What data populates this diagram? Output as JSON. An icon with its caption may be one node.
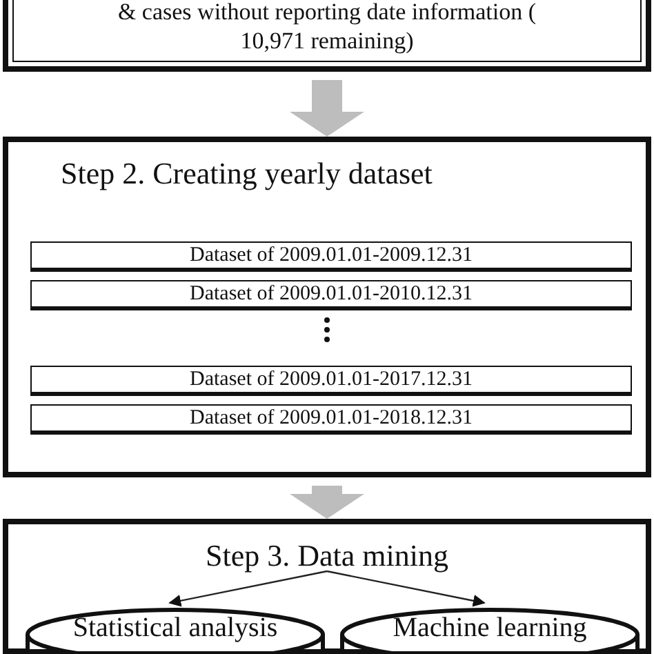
{
  "diagram": {
    "nodes": [
      {
        "text": [
          "& cases without reporting date information ( 10,971 remaining)"
        ]
      },
      {
        "text": [
          "Step 2. Creating yearly dataset"
        ]
      },
      {
        "text": [
          "Dataset of 2009.01.01-2009.12.31"
        ],
        "in": 1
      },
      {
        "text": [
          "Dataset of 2009.01.01-2010.12.31"
        ],
        "in": 1
      },
      {
        "text": [
          "Dataset of 2009.01.01-2017.12.31"
        ],
        "in": 1
      },
      {
        "text": [
          "Dataset of 2009.01.01-2018.12.31"
        ],
        "in": 1
      },
      {
        "text": [],
        "shape": "box"
      },
      {
        "text": [
          "Step 3. Data mining"
        ],
        "in": 6
      },
      {
        "text": [
          "Statistical analysis"
        ],
        "in": 6
      },
      {
        "text": [
          "Machine learning"
        ],
        "in": 6
      }
    ],
    "edges": [
      {
        "from": 0,
        "to": 1,
        "arrow": "to",
        "style": "thick",
        "color": "#bdbdbd"
      },
      {
        "from": 1,
        "to": 6,
        "arrow": "to",
        "style": "thick",
        "color": "#bdbdbd"
      },
      {
        "from": 7,
        "to": 8,
        "arrow": "to"
      },
      {
        "from": 7,
        "to": 9,
        "arrow": "to"
      }
    ]
  }
}
